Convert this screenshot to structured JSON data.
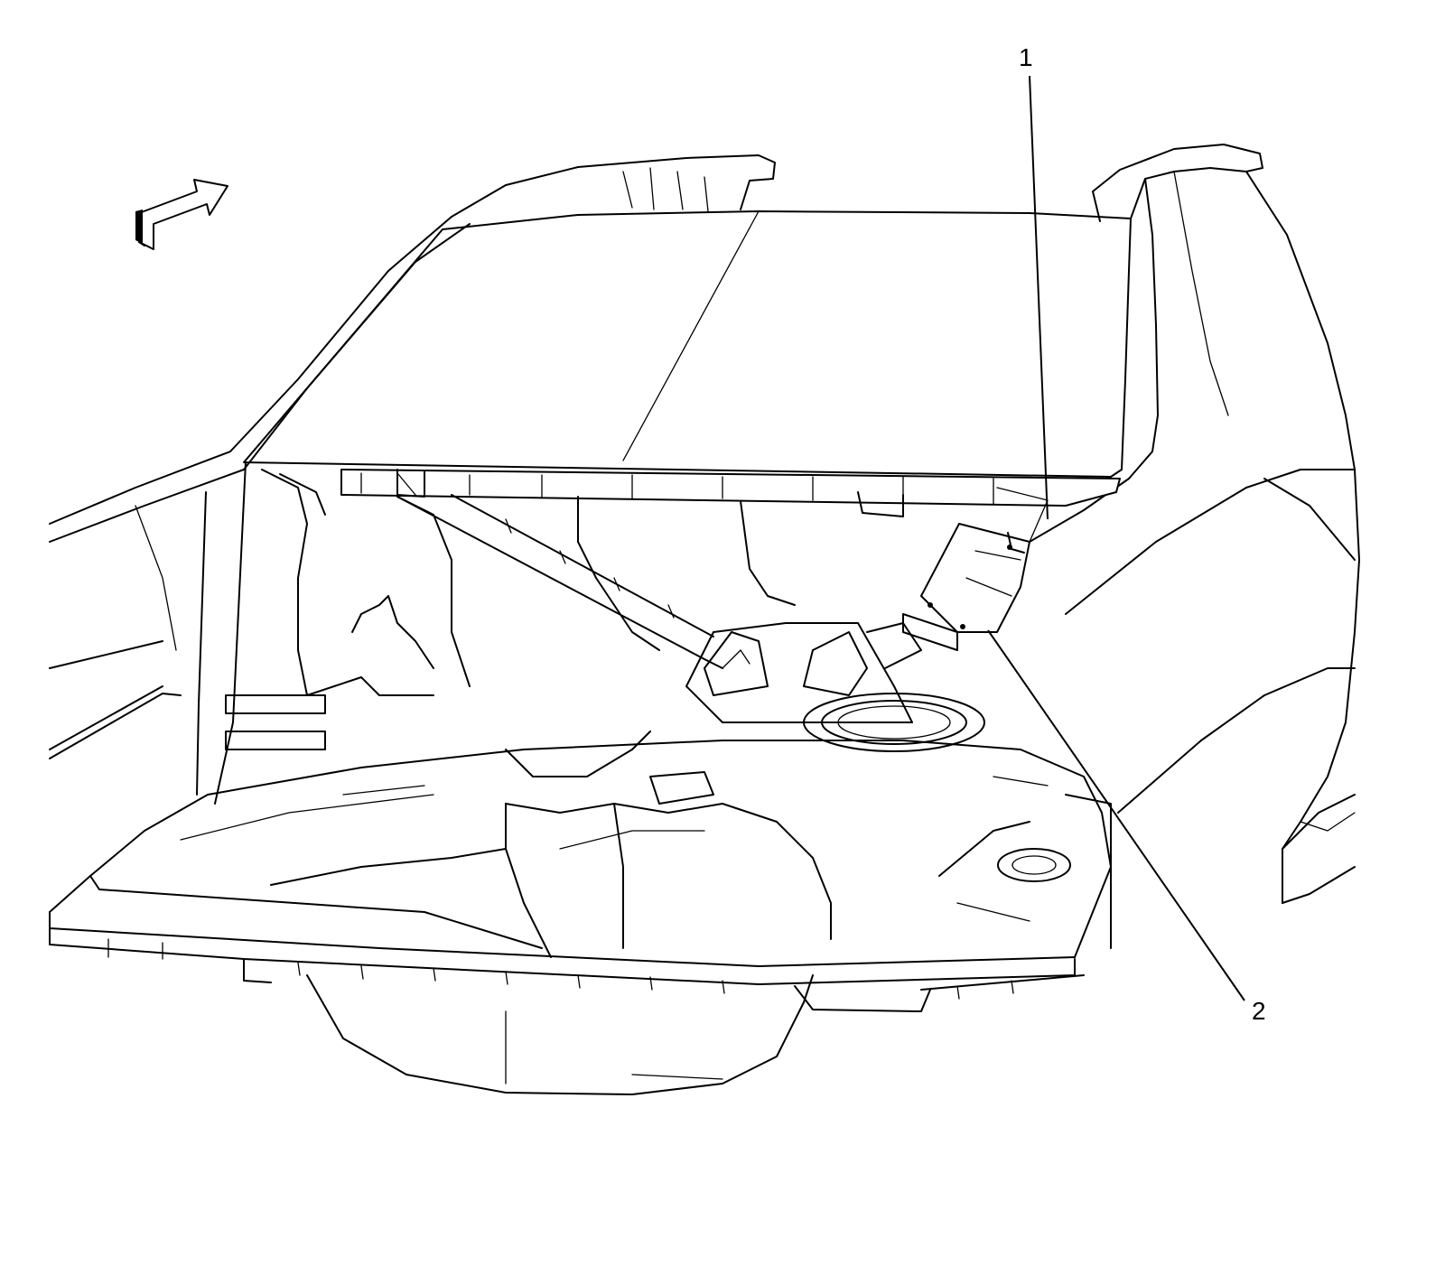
{
  "callouts": [
    {
      "number": "1",
      "target": "module-bracket"
    },
    {
      "number": "2",
      "target": "module"
    }
  ],
  "icons": {
    "direction": "forward-arrow-icon"
  },
  "colors": {
    "line": "#000000",
    "background": "#ffffff"
  }
}
